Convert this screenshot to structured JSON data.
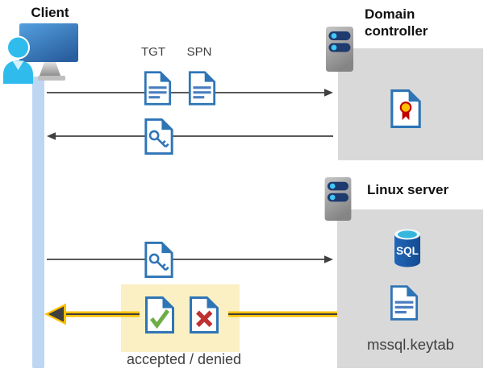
{
  "labels": {
    "client": "Client",
    "domain_controller": "Domain controller",
    "linux_server": "Linux server",
    "tgt": "TGT",
    "spn": "SPN",
    "sql_badge": "SQL",
    "keytab_file": "mssql.keytab",
    "result": "accepted / denied"
  },
  "icons": {
    "client": "workstation-user-icon",
    "domain_controller": "server-icon",
    "linux_server": "server-icon",
    "tgt_document": "document-icon",
    "spn_document": "document-icon",
    "ticket_from_dc": "key-document-icon",
    "ticket_to_linux": "key-document-icon",
    "certificate": "certificate-document-icon",
    "sql_database": "sql-database-icon",
    "keytab_document": "document-icon",
    "accepted_document": "check-document-icon",
    "denied_document": "cross-document-icon"
  },
  "colors": {
    "doc_border_blue": "#2E75B6",
    "doc_line_blue": "#4A7EBF",
    "timeline_blue": "#BDD7F3",
    "zone_gray": "#D9D9D9",
    "highlight_yellow": "#FAF0C4",
    "arrow_gray": "#595959",
    "arrow_gold": "#FFC000",
    "check_green": "#6FAC46",
    "cross_red": "#BF3030",
    "sql_blue": "#1A5CAD",
    "person_cyan": "#2FBCEC",
    "server_pill_navy": "#1E3A6E",
    "cert_seal_yellow": "#FFC000",
    "cert_ribbon_red": "#C00000"
  }
}
